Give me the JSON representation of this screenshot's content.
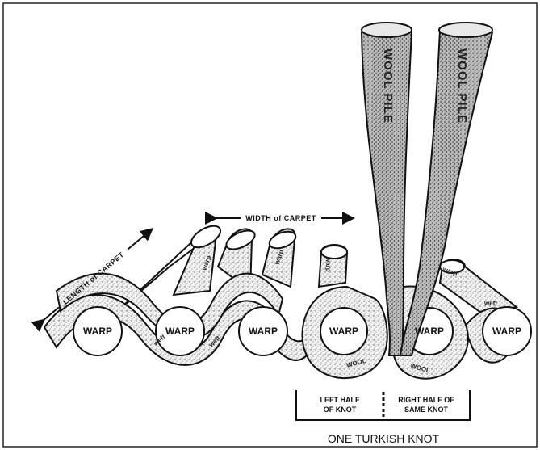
{
  "labels": {
    "width_of_carpet": "WIDTH of CARPET",
    "length_of_carpet": "LENGTH of CARPET",
    "warp": "WARP",
    "warp_small": "warp",
    "weft": "weft",
    "wool": "WOOL",
    "wool_pile": "WOOL PILE",
    "left_half_line1": "LEFT HALF",
    "left_half_line2": "OF KNOT",
    "right_half_line1": "RIGHT HALF OF",
    "right_half_line2": "SAME KNOT",
    "caption": "ONE TURKISH KNOT"
  }
}
